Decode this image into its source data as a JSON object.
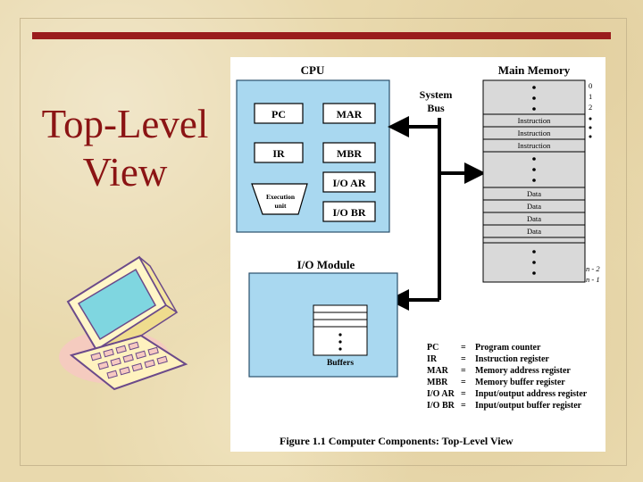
{
  "slide_title": "Top-Level View",
  "diagram": {
    "cpu_label": "CPU",
    "cpu_registers": [
      "PC",
      "MAR",
      "IR",
      "MBR",
      "I/O AR",
      "I/O BR"
    ],
    "execution_unit_label": "Execution unit",
    "system_bus_label": "System Bus",
    "main_memory_label": "Main Memory",
    "memory_addresses_top": [
      "0",
      "1",
      "2"
    ],
    "memory_addresses_bottom": [
      "n - 2",
      "n - 1"
    ],
    "memory_instruction_rows": [
      "Instruction",
      "Instruction",
      "Instruction"
    ],
    "memory_data_rows": [
      "Data",
      "Data",
      "Data",
      "Data"
    ],
    "io_module_label": "I/O Module",
    "buffers_label": "Buffers",
    "legend": [
      {
        "abbr": "PC",
        "eq": "=",
        "desc": "Program counter"
      },
      {
        "abbr": "IR",
        "eq": "=",
        "desc": "Instruction register"
      },
      {
        "abbr": "MAR",
        "eq": "=",
        "desc": "Memory address register"
      },
      {
        "abbr": "MBR",
        "eq": "=",
        "desc": "Memory buffer register"
      },
      {
        "abbr": "I/O AR",
        "eq": "=",
        "desc": "Input/output address register"
      },
      {
        "abbr": "I/O BR",
        "eq": "=",
        "desc": "Input/output buffer register"
      }
    ],
    "caption": "Figure 1.1  Computer Components: Top-Level View"
  },
  "colors": {
    "title": "#8b1414",
    "accent_bar": "#9a1c1c",
    "cpu_fill": "#a9d8f0",
    "memory_fill": "#d9d9d9",
    "bus": "#000000"
  }
}
